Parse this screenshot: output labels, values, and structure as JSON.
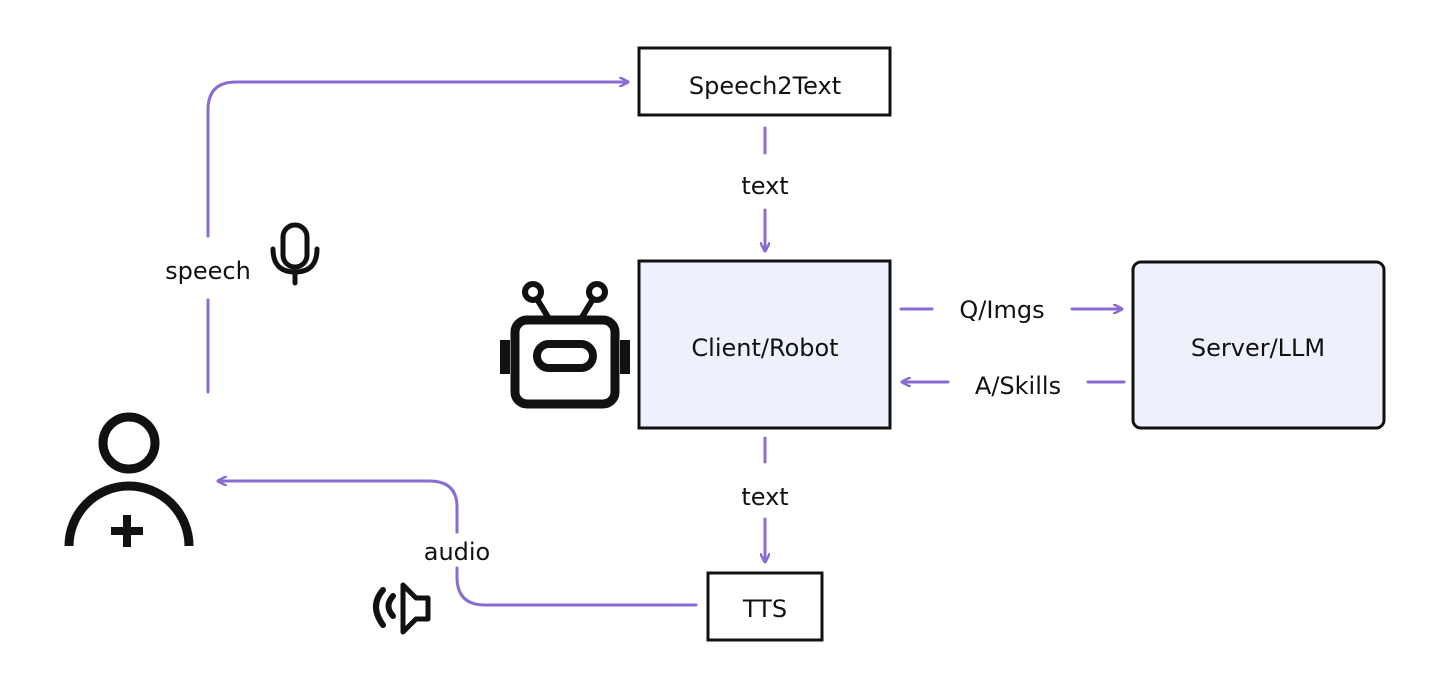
{
  "colors": {
    "arrow": "#8a6bd1",
    "node_stroke": "#111111",
    "node_fill_plain": "#ffffff",
    "node_fill_highlight": "#eef1fb",
    "icon": "#111111"
  },
  "nodes": {
    "speech2text": {
      "label": "Speech2Text"
    },
    "client": {
      "label": "Client/Robot"
    },
    "server": {
      "label": "Server/LLM"
    },
    "tts": {
      "label": "TTS"
    }
  },
  "edges": {
    "speech": {
      "label": "speech"
    },
    "text_in": {
      "label": "text"
    },
    "query": {
      "label": "Q/Imgs"
    },
    "answer": {
      "label": "A/Skills"
    },
    "text_out": {
      "label": "text"
    },
    "audio": {
      "label": "audio"
    }
  },
  "icons": {
    "user": "user-icon",
    "microphone": "microphone-icon",
    "robot": "robot-icon",
    "speaker": "speaker-icon"
  }
}
